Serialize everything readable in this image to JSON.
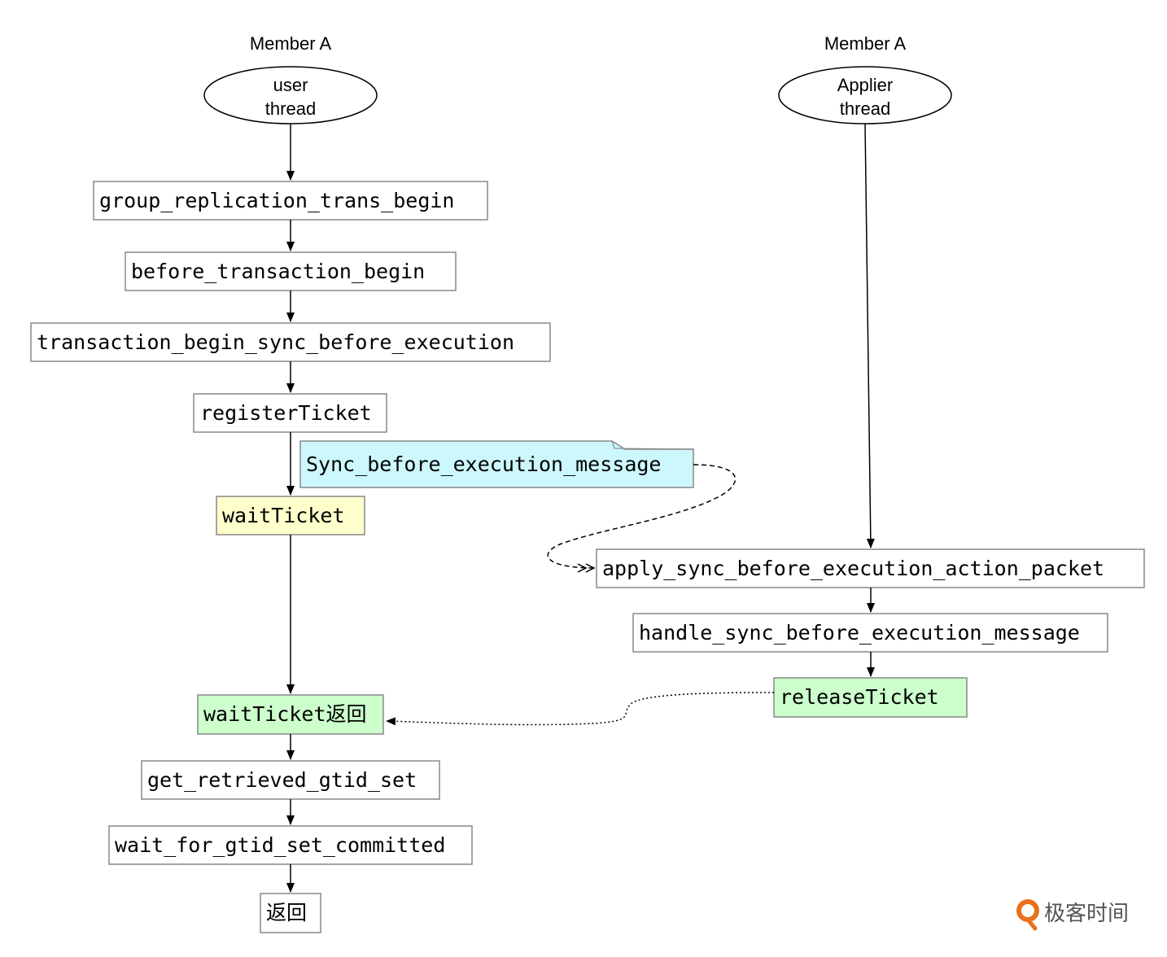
{
  "left_column": {
    "member_label": "Member A",
    "thread": [
      "user",
      "thread"
    ],
    "steps": [
      "group_replication_trans_begin",
      "before_transaction_begin",
      "transaction_begin_sync_before_execution",
      "registerTicket",
      "waitTicket",
      "waitTicket返回",
      "get_retrieved_gtid_set",
      "wait_for_gtid_set_committed",
      "返回"
    ]
  },
  "right_column": {
    "member_label": "Member A",
    "thread": [
      "Applier",
      "thread"
    ],
    "steps": [
      "apply_sync_before_execution_action_packet",
      "handle_sync_before_execution_message",
      "releaseTicket"
    ]
  },
  "message_note": "Sync_before_execution_message",
  "watermark": "极客时间",
  "colors": {
    "wait_fill": "#ffffcc",
    "returned_fill": "#ccffcc",
    "release_fill": "#ccffcc",
    "note_fill": "#ccf7fd",
    "box_stroke": "#888888",
    "watermark_accent": "#e8711c"
  }
}
